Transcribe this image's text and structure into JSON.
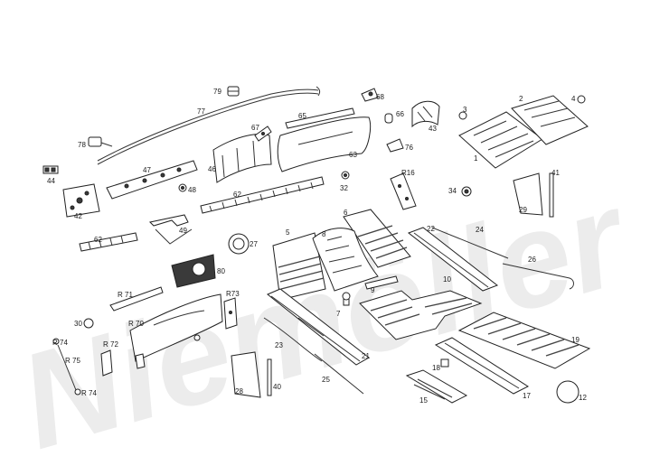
{
  "watermark": {
    "text": "Niemöller"
  },
  "part_labels": {
    "p1": "1",
    "p2": "2",
    "p3": "3",
    "p4": "4",
    "p5": "5",
    "p6": "6",
    "p7": "7",
    "p8": "8",
    "p9": "9",
    "p10": "10",
    "p12": "12",
    "p15": "15",
    "p17": "17",
    "p18": "18",
    "p19": "19",
    "p21": "21",
    "p22": "22",
    "p23": "23",
    "p24": "24",
    "p25": "25",
    "p26": "26",
    "p27": "27",
    "p28": "28",
    "p29": "29",
    "p30": "30",
    "p32": "32",
    "p34": "34",
    "p40": "40",
    "p41": "41",
    "p42": "42",
    "p43": "43",
    "p44": "44",
    "p46": "46",
    "p47": "47",
    "p48": "48",
    "p49": "49",
    "p62a": "62",
    "p62b": "62",
    "p63": "63",
    "p65": "65",
    "p66": "66",
    "p67": "67",
    "p68": "68",
    "p76": "76",
    "p77": "77",
    "p78": "78",
    "p79": "79",
    "p80": "80",
    "r16": "R16",
    "r70": "R 70",
    "r71": "R 71",
    "r72": "R 72",
    "r73": "R73",
    "r74a": "R 74",
    "r74b": "R 74",
    "r75": "R 75"
  }
}
